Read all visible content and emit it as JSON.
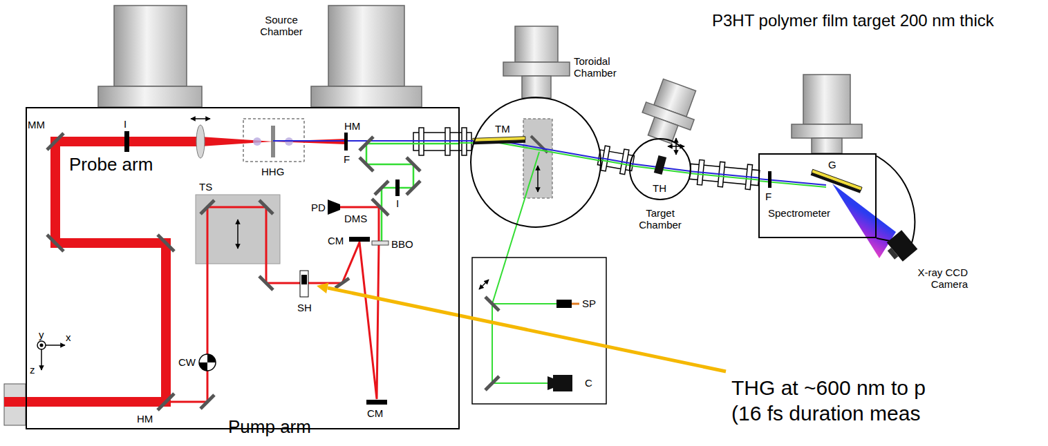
{
  "diagram": {
    "nodes": [
      {
        "text": [
          "Source Chamber"
        ]
      },
      {
        "text": [
          "Toroidal Chamber"
        ]
      },
      {
        "text": [
          "Target Chamber"
        ]
      },
      {
        "text": [
          "Spectrometer"
        ]
      }
    ],
    "edges": [
      {
        "from": 0,
        "to": 1,
        "arrow": "none"
      },
      {
        "from": 1,
        "to": 2,
        "arrow": "none"
      },
      {
        "from": 2,
        "to": 3,
        "arrow": "none"
      }
    ],
    "labels": [
      "MM",
      "I",
      "HHG",
      "HM",
      "F",
      "Probe arm",
      "PD",
      "I",
      "DMS",
      "BBO",
      "CM",
      "TS",
      "CW",
      "SH",
      "CM",
      "HM",
      "Pump arm",
      "y",
      "x",
      "z",
      "TM",
      "P3HT polymer film target 200 nm thick",
      "TH",
      "G",
      "F",
      "X-ray CCD Camera",
      "SP",
      "C",
      "THG at ~600 nm to p",
      "(16 fs duration meas"
    ]
  }
}
